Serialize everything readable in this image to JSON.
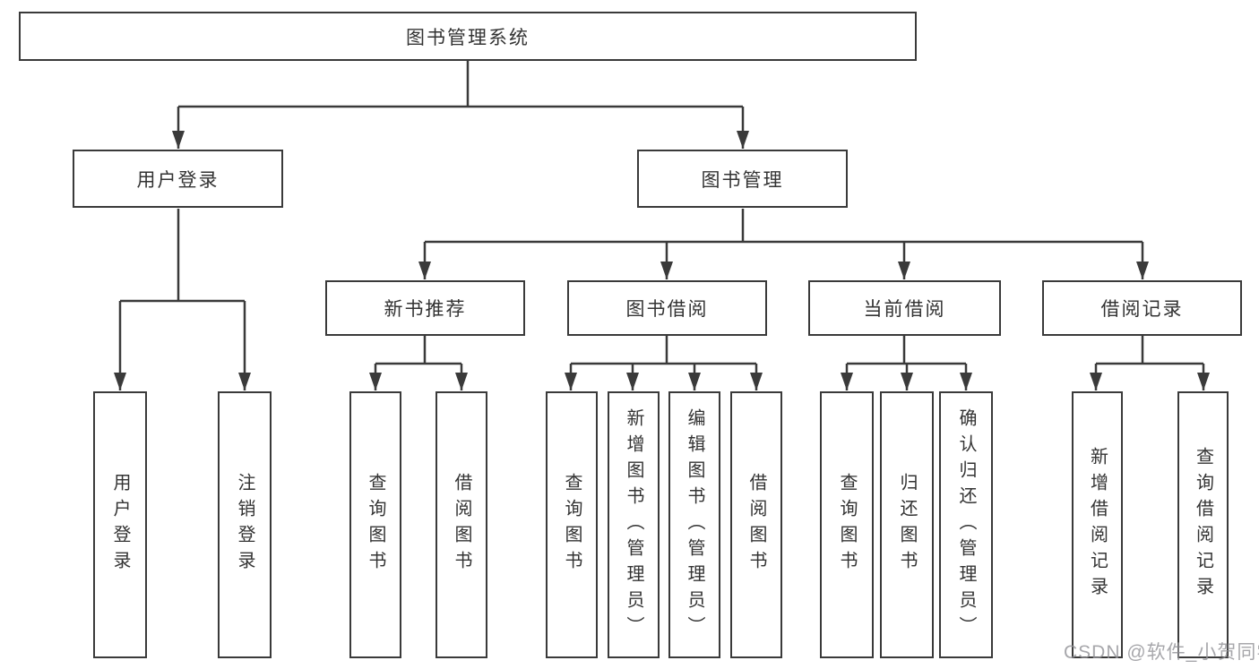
{
  "diagram": {
    "root": "图书管理系统",
    "level2": [
      "用户登录",
      "图书管理"
    ],
    "level3": [
      "新书推荐",
      "图书借阅",
      "当前借阅",
      "借阅记录"
    ],
    "leaves": {
      "user_login": [
        "用户登录",
        "注销登录"
      ],
      "new_book": [
        "查询图书",
        "借阅图书"
      ],
      "borrow": [
        "查询图书",
        "新增图书（管理员）",
        "编辑图书（管理员）",
        "借阅图书"
      ],
      "current": [
        "查询图书",
        "归还图书",
        "确认归还（管理员）"
      ],
      "records": [
        "新增借阅记录",
        "查询借阅记录"
      ]
    }
  },
  "watermark": "CSDN @软件_小贺同学",
  "colors": {
    "line": "#3a3a3a",
    "text": "#333333",
    "background": "#ffffff",
    "watermark": "#949499"
  }
}
